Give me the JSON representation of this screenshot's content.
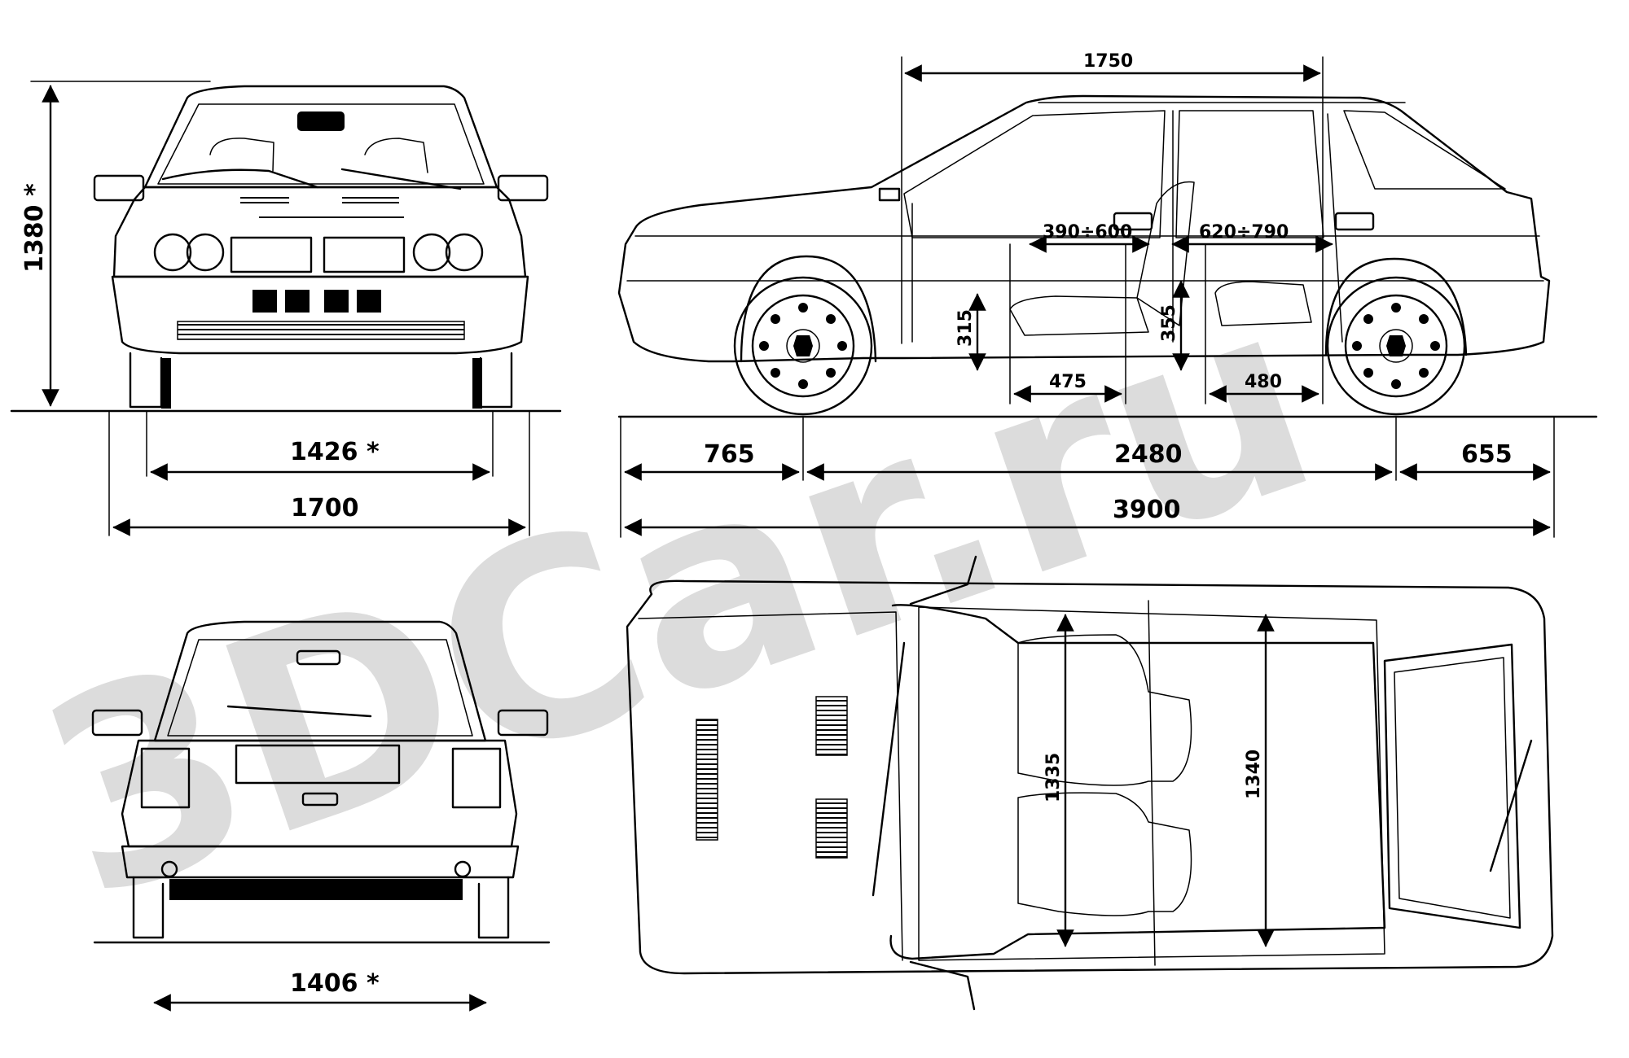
{
  "watermark": {
    "text": "3DCar.ru",
    "color": "#cfcfcf"
  },
  "front_view": {
    "height": "1380 *",
    "track": "1426 *",
    "width": "1700"
  },
  "side_view": {
    "roof_length": "1750",
    "front_seat_travel": "390÷600",
    "rear_seat_travel": "620÷790",
    "front_seat_height": "315",
    "rear_seat_height": "355",
    "front_seat_depth": "475",
    "rear_seat_depth": "480",
    "front_overhang": "765",
    "wheelbase": "2480",
    "rear_overhang": "655",
    "length": "3900"
  },
  "rear_view": {
    "track": "1406 *"
  },
  "top_view": {
    "front_interior_width": "1335",
    "rear_interior_width": "1340"
  }
}
